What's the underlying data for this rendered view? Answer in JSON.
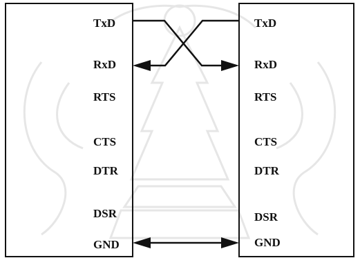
{
  "left_device": {
    "pins": [
      "TxD",
      "RxD",
      "RTS",
      "CTS",
      "DTR",
      "DSR",
      "GND"
    ]
  },
  "right_device": {
    "pins": [
      "TxD",
      "RxD",
      "RTS",
      "CTS",
      "DTR",
      "DSR",
      "GND"
    ]
  },
  "connections": [
    {
      "from": "left.TxD",
      "to": "right.RxD",
      "arrow": "right"
    },
    {
      "from": "right.TxD",
      "to": "left.RxD",
      "arrow": "left"
    },
    {
      "from": "left.GND",
      "to": "right.GND",
      "arrow": "both"
    }
  ],
  "colors": {
    "line": "#111111",
    "watermark": "#e7e7e7"
  }
}
